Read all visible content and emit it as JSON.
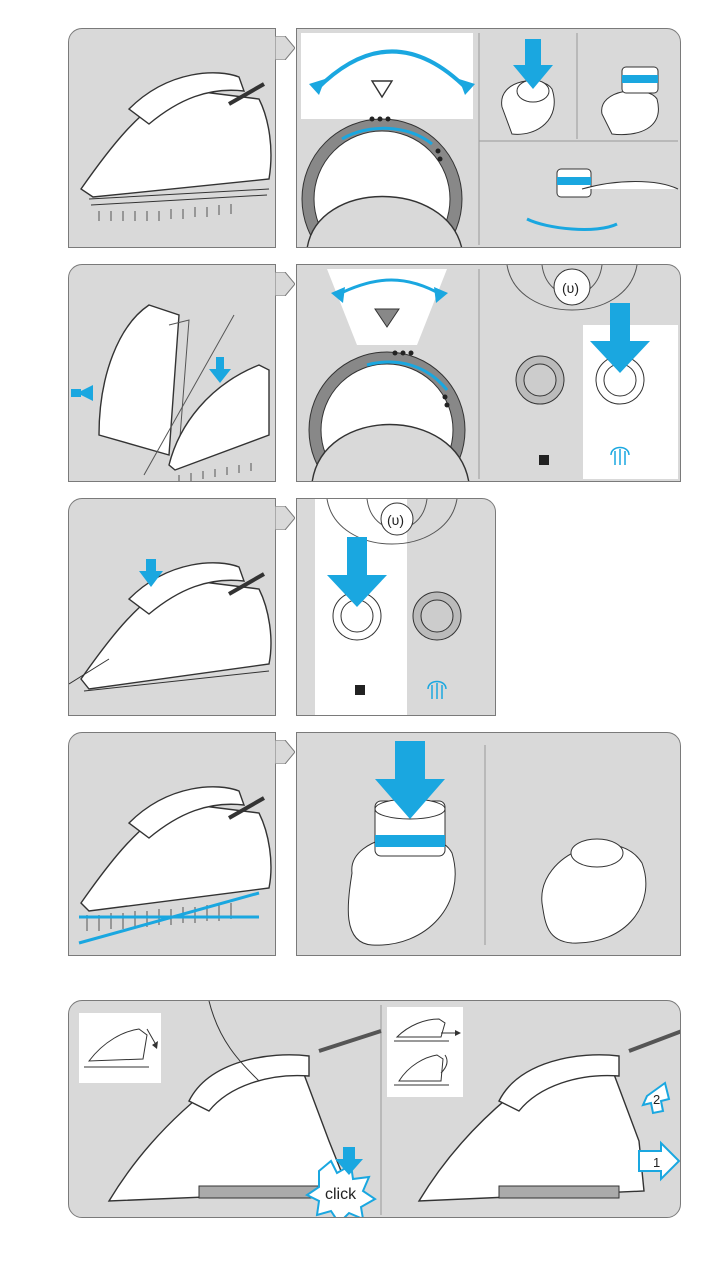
{
  "colors": {
    "panel_bg": "#d9d9d9",
    "accent_blue": "#1aa7e0",
    "line": "#333333",
    "white": "#ffffff"
  },
  "labels": {
    "click": "click",
    "step1": "1",
    "step2": "2"
  },
  "icons": [
    "steam-iron-icon",
    "spray-nozzle-icon",
    "steam-shot-icon",
    "power-icon",
    "press-arrow-icon",
    "rotate-arrow-icon"
  ]
}
